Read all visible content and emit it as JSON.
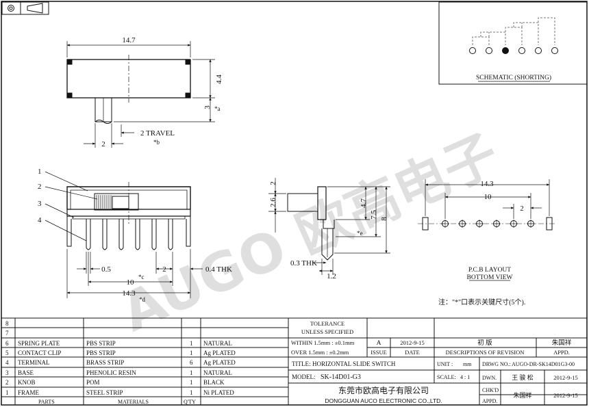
{
  "schematic": {
    "caption": "SCHEMATIC (SHORTING)",
    "pins": 6,
    "filled_pin": 3
  },
  "dims": {
    "top_len": "14.7",
    "top_h": "4.4",
    "act_h": "3",
    "act_h_note": "*a",
    "act_w": "2",
    "act_w_note": "*b",
    "travel": "2 TRAVEL",
    "pitch": "0.5",
    "pin_spacing": "2",
    "thk_pin": "0.4 THK",
    "span10": "10",
    "span10_note": "*c",
    "base_len": "14.3",
    "base_len_note": "*d",
    "side_knob": "2",
    "side_26": "2.6",
    "side_47": "4.7",
    "side_47_note": "*e",
    "side_75": "7.5",
    "side_8": "8",
    "side_thk": "0.3 THK",
    "side_12": "1.2",
    "pcb_143": "14.3",
    "pcb_10": "10",
    "pcb_2": "2",
    "pcb_caption1": "P.C.B LAYOUT",
    "pcb_caption2": "BOTTOM VIEW"
  },
  "callouts": [
    "1",
    "2",
    "3",
    "4"
  ],
  "note": "注：\"*\"口表示关键尺寸(5个).",
  "watermark": "AUGO 欧高电子",
  "bom": {
    "rows": [
      {
        "no": "8",
        "part": "",
        "material": "",
        "qty": "",
        "finish": ""
      },
      {
        "no": "7",
        "part": "",
        "material": "",
        "qty": "",
        "finish": ""
      },
      {
        "no": "6",
        "part": "SPRING PLATE",
        "material": "PBS STRIP",
        "qty": "1",
        "finish": "NATURAL"
      },
      {
        "no": "5",
        "part": "CONTACT CLIP",
        "material": "PBS STRIP",
        "qty": "1",
        "finish": "Ag PLATED"
      },
      {
        "no": "4",
        "part": "TERMINAL",
        "material": "BRASS STRIP",
        "qty": "6",
        "finish": "Ag PLATED"
      },
      {
        "no": "3",
        "part": "BASE",
        "material": "PHENOLIC RESIN",
        "qty": "1",
        "finish": "NATURAL"
      },
      {
        "no": "2",
        "part": "KNOB",
        "material": "POM",
        "qty": "1",
        "finish": "BLACK"
      },
      {
        "no": "1",
        "part": "FRAME",
        "material": "STEEL STRIP",
        "qty": "1",
        "finish": "Ni PLATED"
      }
    ],
    "header": {
      "parts": "PARTS",
      "materials": "MATERIALS",
      "qty": "Q'TY"
    }
  },
  "tolerance": {
    "title1": "TOLERANCE",
    "title2": "UNLESS SPECIFIED",
    "line1": "WITHIN 1.5mm : ±0.1mm",
    "line2": "OVER 1.5mm : ±0.2mm"
  },
  "revision": {
    "mark": "A",
    "date": "2012-9-15",
    "desc": "初 版",
    "appd": "朱国祥",
    "col_issue": "ISSUE",
    "col_date": "DATE",
    "col_desc": "DESCRIPTIONS OF REVISION",
    "col_appd": "APPD."
  },
  "title_block": {
    "title_label": "TITLE:",
    "title": "HORIZONTAL SLIDE SWITCH",
    "model_label": "MODEL:",
    "model": "SK-14D01-G3",
    "unit_label": "UNIT :",
    "unit": "mm",
    "scale_label": "SCALE:",
    "scale": "4 : 1",
    "drwg_label": "DRWG NO.:",
    "drwg": "AUGO-DR-SK14D01G3-00",
    "dwn_label": "DWN.",
    "dwn_name": "王 骏 松",
    "dwn_date": "2012-9-15",
    "chkd_label": "CHK'D",
    "chkd_name": "朱国祥",
    "chkd_date": "2012-9-15",
    "appd_label": "APPD.",
    "company_cn": "东莞市欧高电子有限公司",
    "company_en": "DONGGUAN AUCO ELECTRONIC CO.,LTD."
  }
}
